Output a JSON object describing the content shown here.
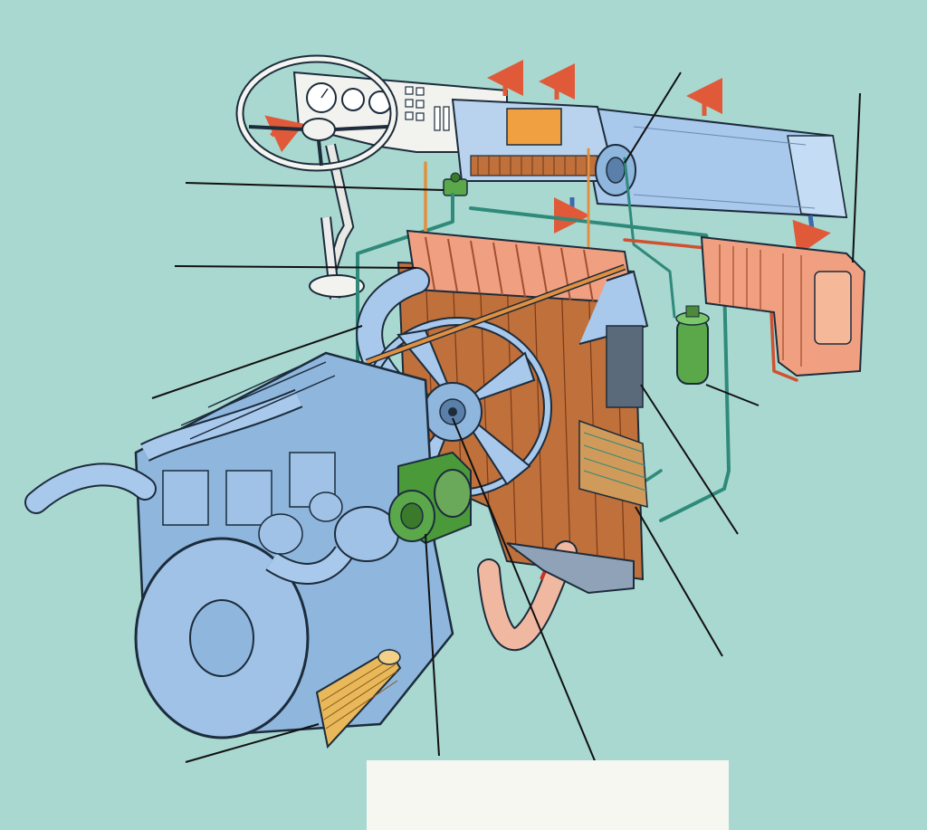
{
  "figure": {
    "kind": "technical cutaway illustration",
    "palette": {
      "background": "#a9d8d0",
      "engine_block": "#8fb6dd",
      "outline": "#1c2c3c",
      "duct": "#a8c8ec",
      "radiator_core": "#c0703a",
      "hot_water": "#e08060",
      "cold_water": "#2f8a7a",
      "expansion_tank": "#f0a080",
      "compressor": "#4a9a3a",
      "filter": "#5aa84a",
      "warm_air": "#e0a050",
      "dashboard": "#f2f2ee",
      "leader_line": "#111111",
      "label_patch": "#f7f7f2"
    },
    "components": [
      {
        "id": "steering-wheel",
        "icon": "steering-wheel-icon"
      },
      {
        "id": "dashboard",
        "icon": "dashboard-icon"
      },
      {
        "id": "air-duct",
        "icon": "duct-icon"
      },
      {
        "id": "heater-core",
        "icon": "heater-core-icon"
      },
      {
        "id": "blower",
        "icon": "blower-icon"
      },
      {
        "id": "water-valve",
        "icon": "valve-icon"
      },
      {
        "id": "radiator",
        "icon": "radiator-icon"
      },
      {
        "id": "fan",
        "icon": "fan-icon"
      },
      {
        "id": "viscous-coupling",
        "icon": "coupling-icon"
      },
      {
        "id": "compressor",
        "icon": "compressor-icon"
      },
      {
        "id": "condenser",
        "icon": "condenser-icon"
      },
      {
        "id": "filter-dryer",
        "icon": "filter-icon"
      },
      {
        "id": "expansion-tank",
        "icon": "tank-icon"
      },
      {
        "id": "engine",
        "icon": "engine-icon"
      },
      {
        "id": "oil-cooler",
        "icon": "oil-cooler-icon"
      }
    ],
    "callout_count": 13,
    "callout_labels": []
  }
}
